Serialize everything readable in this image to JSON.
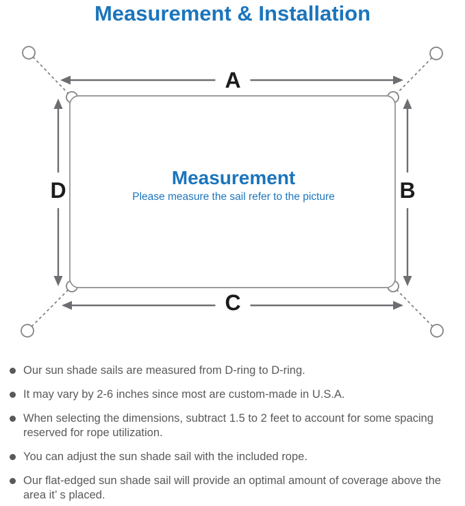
{
  "title": "Measurement & Installation",
  "diagram": {
    "labels": {
      "top": "A",
      "right": "B",
      "bottom": "C",
      "left": "D"
    },
    "center_title": "Measurement",
    "center_subtitle": "Please measure the sail refer to the picture"
  },
  "notes": {
    "items": [
      "Our sun shade sails are measured from D-ring to D-ring.",
      "It may vary by 2-6 inches since most are custom-made in U.S.A.",
      "When selecting the dimensions, subtract 1.5 to 2 feet to account for some spacing reserved for rope utilization.",
      "You can adjust the sun shade sail with the included rope.",
      "Our flat-edged sun shade sail will provide an optimal amount of coverage above the area it’ s placed."
    ]
  },
  "colors": {
    "accent_blue": "#1b75bc",
    "line_gray": "#85878a",
    "arrow_gray": "#6d6e71",
    "text_gray": "#58595b"
  }
}
